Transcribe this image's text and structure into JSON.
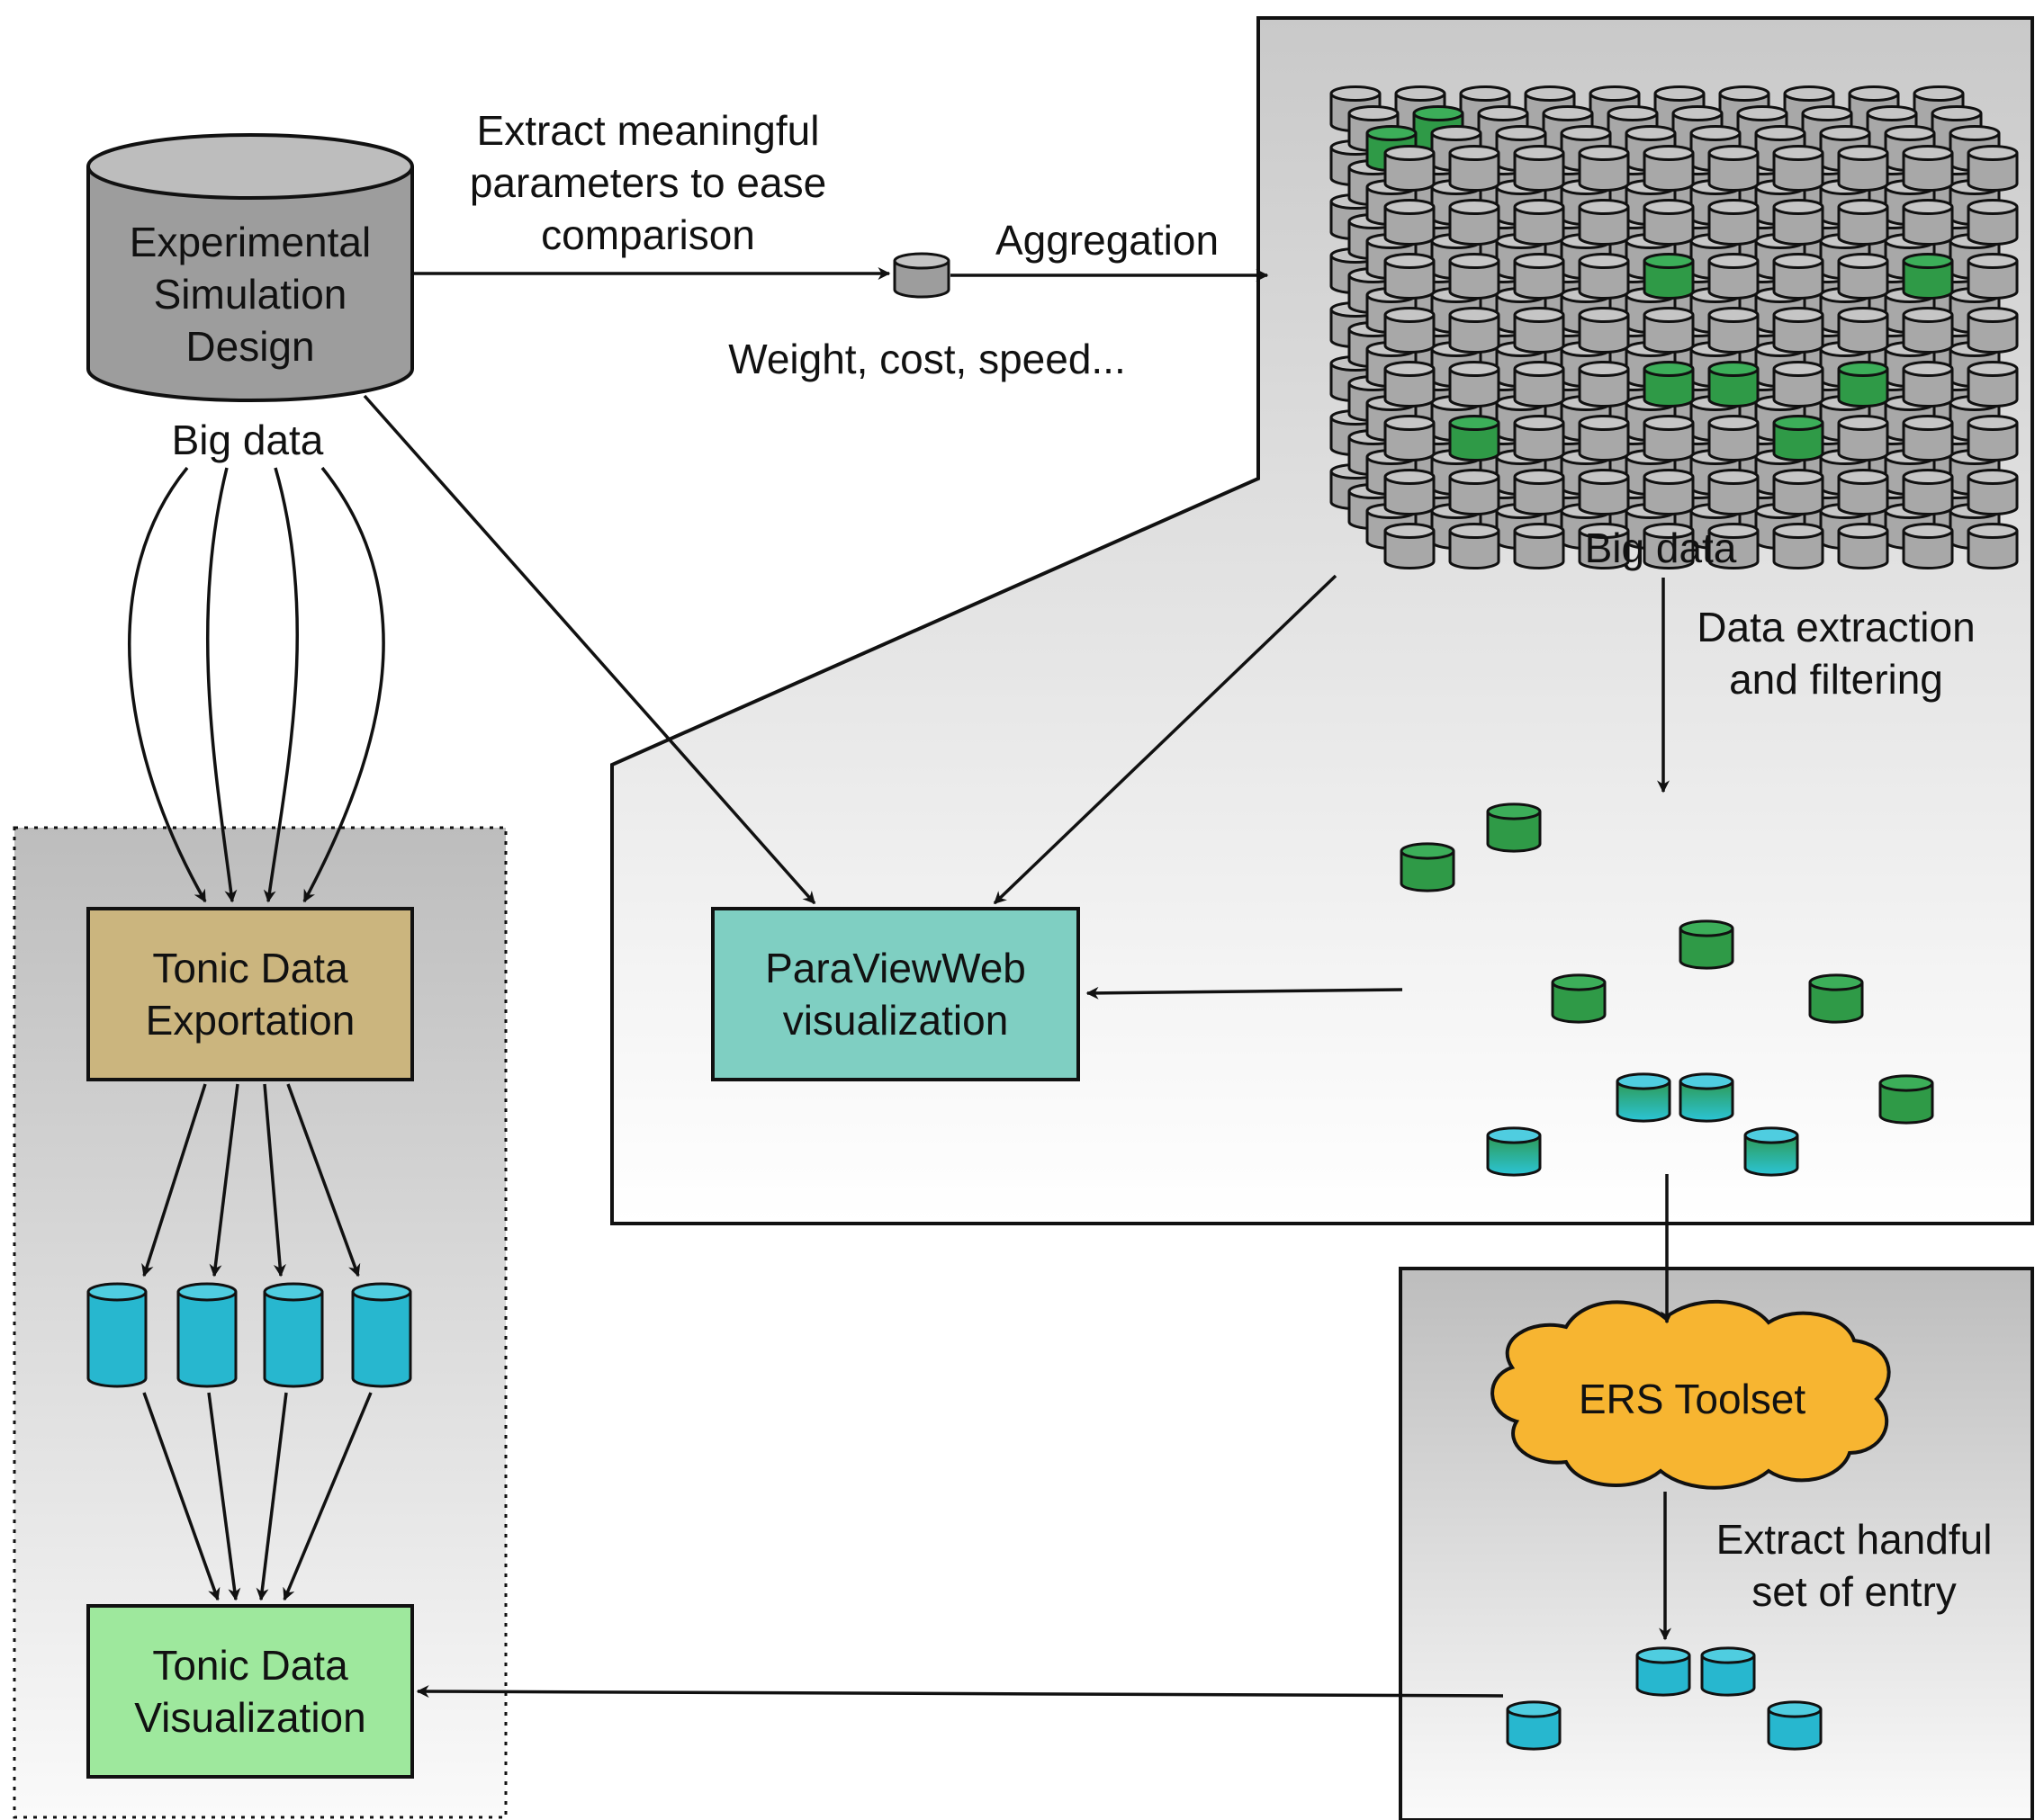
{
  "source_db": {
    "lines": [
      "Experimental",
      "Simulation",
      "Design"
    ],
    "caption": "Big data"
  },
  "top_edge": {
    "label_lines": [
      "Extract meaningful",
      "parameters to ease",
      "comparison"
    ],
    "aggregation": "Aggregation",
    "params": "Weight, cost, speed..."
  },
  "cube": {
    "caption": "Big data"
  },
  "extraction": {
    "lines": [
      "Data extraction",
      "and filtering"
    ]
  },
  "paraview": {
    "lines": [
      "ParaViewWeb",
      "visualization"
    ]
  },
  "tonic_export": {
    "lines": [
      "Tonic Data",
      "Exportation"
    ]
  },
  "tonic_vis": {
    "lines": [
      "Tonic Data",
      "Visualization"
    ]
  },
  "ers": {
    "label": "ERS Toolset",
    "extract_lines": [
      "Extract handful",
      "set of entry"
    ]
  },
  "colors": {
    "db_gray": "#a8a8a8",
    "green": "#2f9a47",
    "cyan": "#27b7cf",
    "teal_box": "#7fcfc2",
    "tan_box": "#cbb57e",
    "light_green_box": "#9ee89d",
    "ers_orange": "#f7b531"
  }
}
